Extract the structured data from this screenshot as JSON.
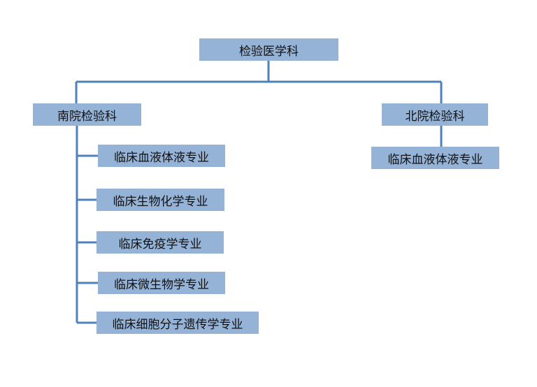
{
  "colors": {
    "box_fill": "#95b3d7",
    "line": "#4f81bd",
    "text": "#111111",
    "background": "#ffffff"
  },
  "root": {
    "label": "检验医学科"
  },
  "south": {
    "label": "南院检验科",
    "specialties": [
      {
        "label": "临床血液体液专业"
      },
      {
        "label": "临床生物化学专业"
      },
      {
        "label": "临床免疫学专业"
      },
      {
        "label": "临床微生物学专业"
      },
      {
        "label": "临床细胞分子遗传学专业"
      }
    ]
  },
  "north": {
    "label": "北院检验科",
    "specialties": [
      {
        "label": "临床血液体液专业"
      }
    ]
  }
}
